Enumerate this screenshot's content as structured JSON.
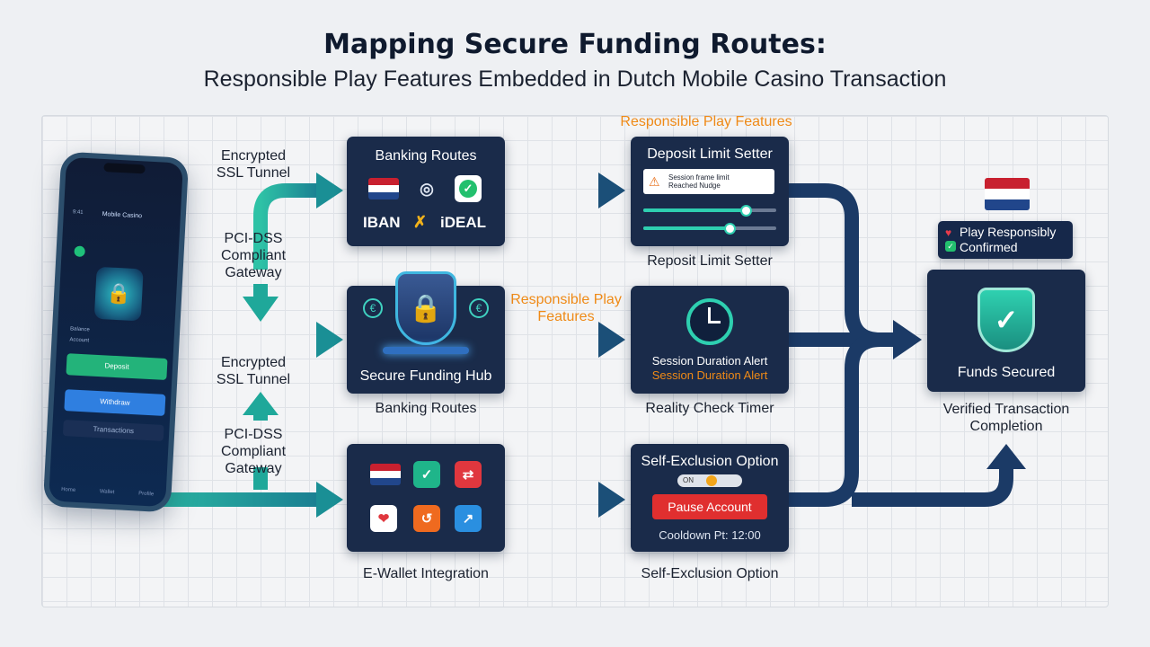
{
  "header": {
    "title": "Mapping Secure Funding Routes:",
    "subtitle": "Responsible Play Features Embedded in Dutch Mobile Casino Transaction"
  },
  "phone": {
    "app_name": "Mobile Casino",
    "time": "9:41",
    "rows": [
      "Balance",
      "Account"
    ],
    "buttons": {
      "deposit": "Deposit",
      "withdraw": "Withdraw",
      "history": "Transactions"
    },
    "nav": [
      "Home",
      "Wallet",
      "Profile"
    ]
  },
  "flow_labels": {
    "ssl_top": "Encrypted\nSSL Tunnel",
    "pci_top": "PCI-DSS\nCompliant\nGateway",
    "ssl_mid": "Encrypted\nSSL Tunnel",
    "pci_bottom": "PCI-DSS\nCompliant\nGateway",
    "responsible_top": "Responsible Play Features",
    "responsible_mid": "Responsible Play\nFeatures"
  },
  "cards": {
    "banking": {
      "title": "Banking Routes",
      "iban": "IBAN",
      "ideal": "iDEAL"
    },
    "hub": {
      "title": "Secure Funding Hub",
      "caption": "Banking Routes"
    },
    "ewallet": {
      "caption": "E-Wallet Integration"
    },
    "deposit": {
      "title": "Deposit Limit Setter",
      "warning": "Session frame limit\nReached Nudge",
      "caption": "Reposit Limit Setter"
    },
    "reality": {
      "line1": "Session Duration Alert",
      "line2": "Session Duration Alert",
      "caption": "Reality Check Timer"
    },
    "exclusion": {
      "title": "Self-Exclusion Option",
      "toggle": "ON",
      "pause": "Pause Account",
      "cooldown": "Cooldown Pt: 12:00",
      "caption": "Self-Exclusion Option"
    },
    "secured": {
      "title": "Funds Secured",
      "caption": "Verified Transaction\nCompletion"
    }
  },
  "badge": {
    "text": "Play Responsibly\nConfirmed"
  },
  "colors": {
    "teal": "#1fa89a",
    "navy": "#1a2b4a",
    "orange": "#ef8a17",
    "red": "#e02f2f"
  }
}
